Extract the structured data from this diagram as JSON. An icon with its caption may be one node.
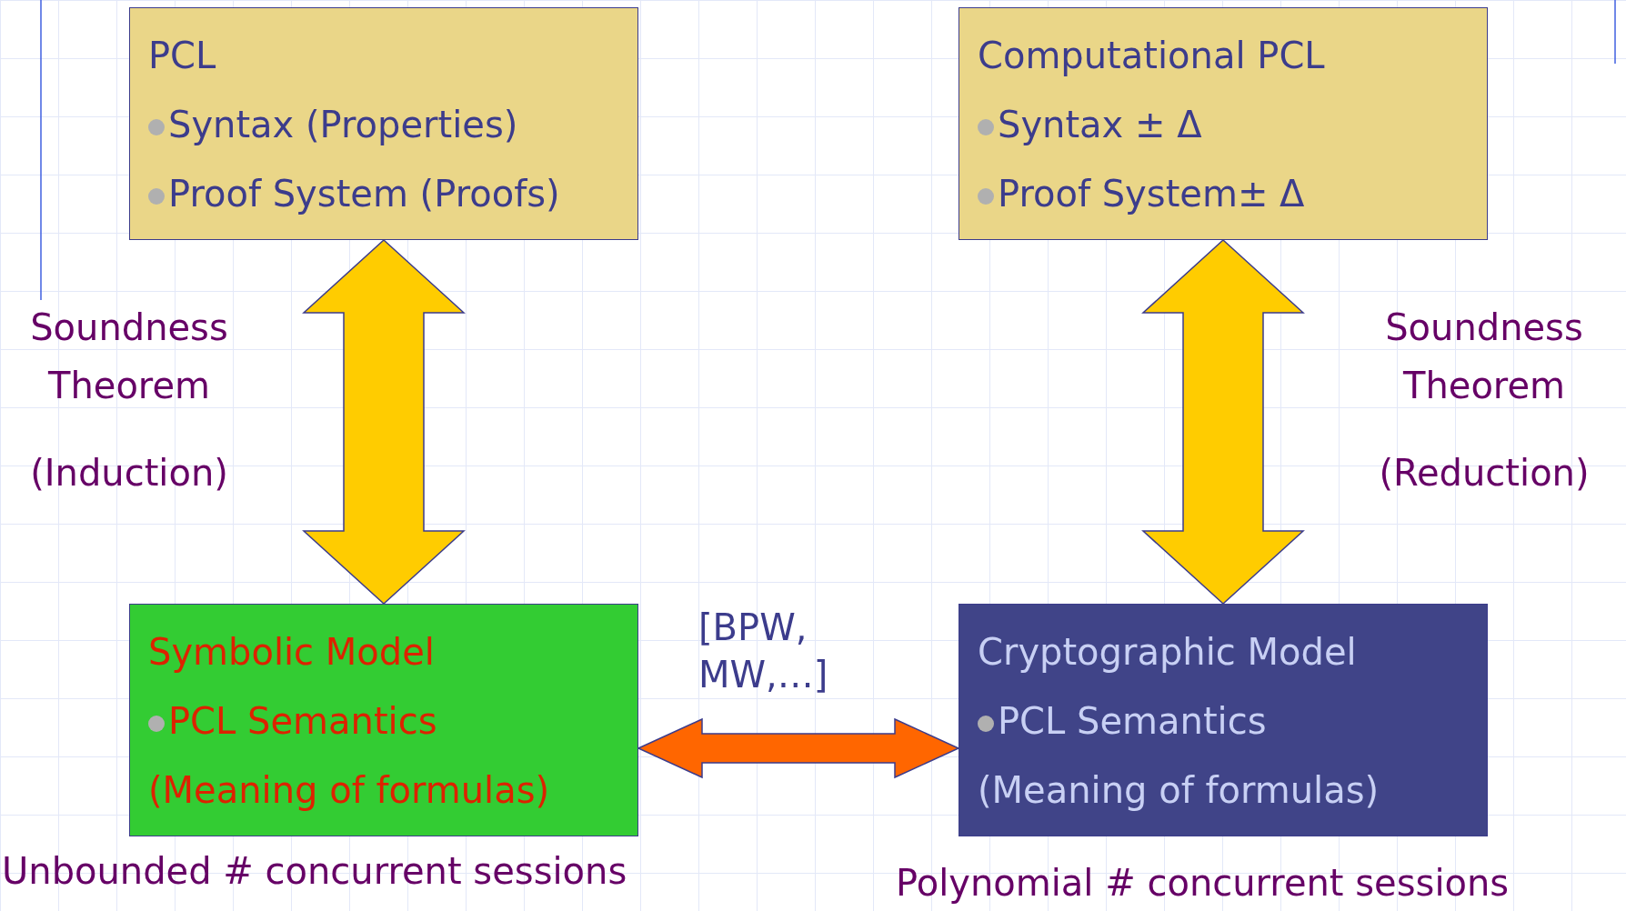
{
  "diagram": {
    "nodes": [
      {
        "text": [
          "PCL",
          "Syntax (Properties)",
          "Proof System (Proofs)"
        ]
      },
      {
        "text": [
          "Computational PCL",
          "Syntax ± Δ",
          "Proof System± Δ"
        ]
      },
      {
        "text": [
          "Symbolic Model",
          "PCL Semantics",
          "(Meaning of formulas)"
        ],
        "beside": [
          "Unbounded # concurrent sessions"
        ]
      },
      {
        "text": [
          "Cryptographic Model",
          "PCL Semantics",
          "(Meaning of formulas)"
        ],
        "beside": [
          "Polynomial # concurrent sessions"
        ]
      }
    ],
    "edges": [
      {
        "from": 0,
        "to": 2,
        "arrow": "both"
      },
      {
        "from": 1,
        "to": 3,
        "arrow": "both"
      },
      {
        "from": 2,
        "to": 3,
        "arrow": "both",
        "color": "#ff6600"
      }
    ],
    "labels": [
      "Soundness Theorem",
      "(Induction)",
      "Soundness Theorem",
      "(Reduction)",
      "[BPW, MW,…]"
    ]
  }
}
